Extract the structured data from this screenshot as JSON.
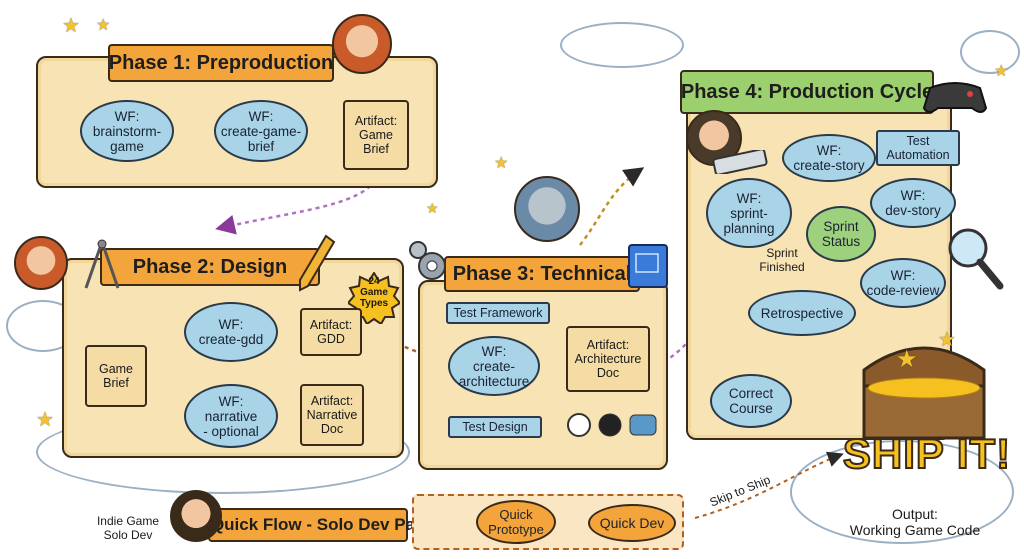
{
  "phases": {
    "p1": {
      "title": "Phase 1: Preproduction"
    },
    "p2": {
      "title": "Phase 2: Design"
    },
    "p3": {
      "title": "Phase 3: Technical"
    },
    "p4": {
      "title": "Phase 4: Production Cycle"
    },
    "quick": {
      "title": "Quick Flow - Solo Dev Path"
    }
  },
  "nodes": {
    "brainstorm": "WF:\nbrainstorm-\ngame",
    "create_game_brief": "WF:\ncreate-game-\nbrief",
    "game_brief_artifact": "Artifact:\nGame\nBrief",
    "game_brief": "Game\nBrief",
    "create_gdd": "WF:\ncreate-gdd",
    "gdd_artifact": "Artifact:\nGDD",
    "narrative": "WF:\nnarrative\n- optional",
    "narrative_doc": "Artifact:\nNarrative\nDoc",
    "game_types": "24\nGame\nTypes",
    "test_framework": "Test Framework",
    "create_architecture": "WF:\ncreate-\narchitecture",
    "architecture_doc": "Artifact:\nArchitecture\nDoc",
    "test_design": "Test Design",
    "sprint_planning": "WF:\nsprint-\nplanning",
    "create_story": "WF:\ncreate-story",
    "test_automation": "Test\nAutomation",
    "dev_story": "WF:\ndev-story",
    "sprint_status": "Sprint\nStatus",
    "code_review": "WF:\ncode-review",
    "sprint_finished": "Sprint\nFinished",
    "retrospective": "Retrospective",
    "correct_course": "Correct\nCourse",
    "quick_prototype": "Quick\nPrototype",
    "quick_dev": "Quick Dev"
  },
  "labels": {
    "indie": "Indie Game\nSolo Dev",
    "skip": "Skip to Ship",
    "ship": "SHIP IT!",
    "output": "Output:\nWorking Game Code"
  },
  "colors": {
    "scroll": "#f7e3b3",
    "banner": "#f3a43a",
    "node": "#a9d4e8",
    "outline": "#3a2a1a",
    "sprint_status": "#9ed17e",
    "ship": "#f5c020"
  }
}
